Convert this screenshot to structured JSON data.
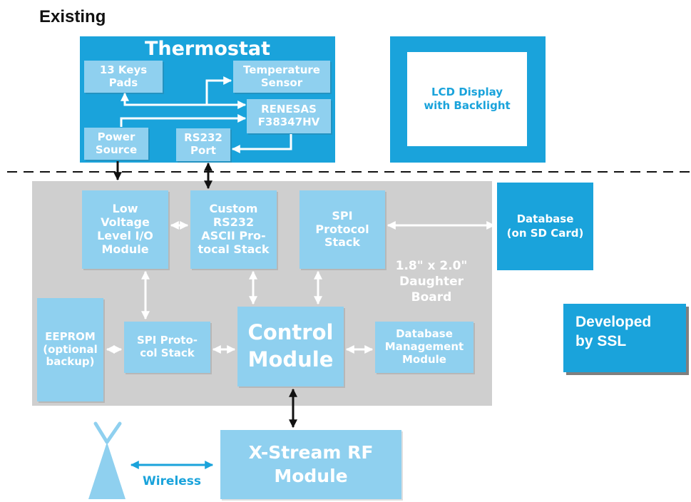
{
  "header": {
    "existing_label": "Existing"
  },
  "thermostat": {
    "title": "Thermostat",
    "keys_pads": "13 Keys\nPads",
    "temperature_sensor": "Temperature\nSensor",
    "renesas": "RENESAS\nF38347HV",
    "power_source": "Power\nSource",
    "rs232_port": "RS232\nPort"
  },
  "lcd": {
    "label": "LCD Display\nwith Backlight"
  },
  "board": {
    "low_voltage": "Low\nVoltage\nLevel I/O\nModule",
    "custom_rs232": "Custom\nRS232\nASCII Pro-\ntocal Stack",
    "spi_protocol_top": "SPI\nProtocol\nStack",
    "size_label": "1.8\" x 2.0\"\nDaughter\nBoard",
    "eeprom": "EEPROM\n(optional\nbackup)",
    "spi_protocol_mid": "SPI Proto-\ncol Stack",
    "control_module": "Control\nModule",
    "db_management": "Database\nManagement\nModule"
  },
  "database": {
    "label": "Database\n(on SD Card)"
  },
  "developed": {
    "label": "Developed\nby SSL"
  },
  "xstream": {
    "label": "X-Stream RF\nModule"
  },
  "wireless": {
    "label": "Wireless"
  },
  "colors": {
    "dark_blue": "#1aa3db",
    "light_blue": "#8fd0ef",
    "board_gray": "#cfcfcf",
    "arrow_white": "#ffffff",
    "arrow_black": "#111111"
  }
}
